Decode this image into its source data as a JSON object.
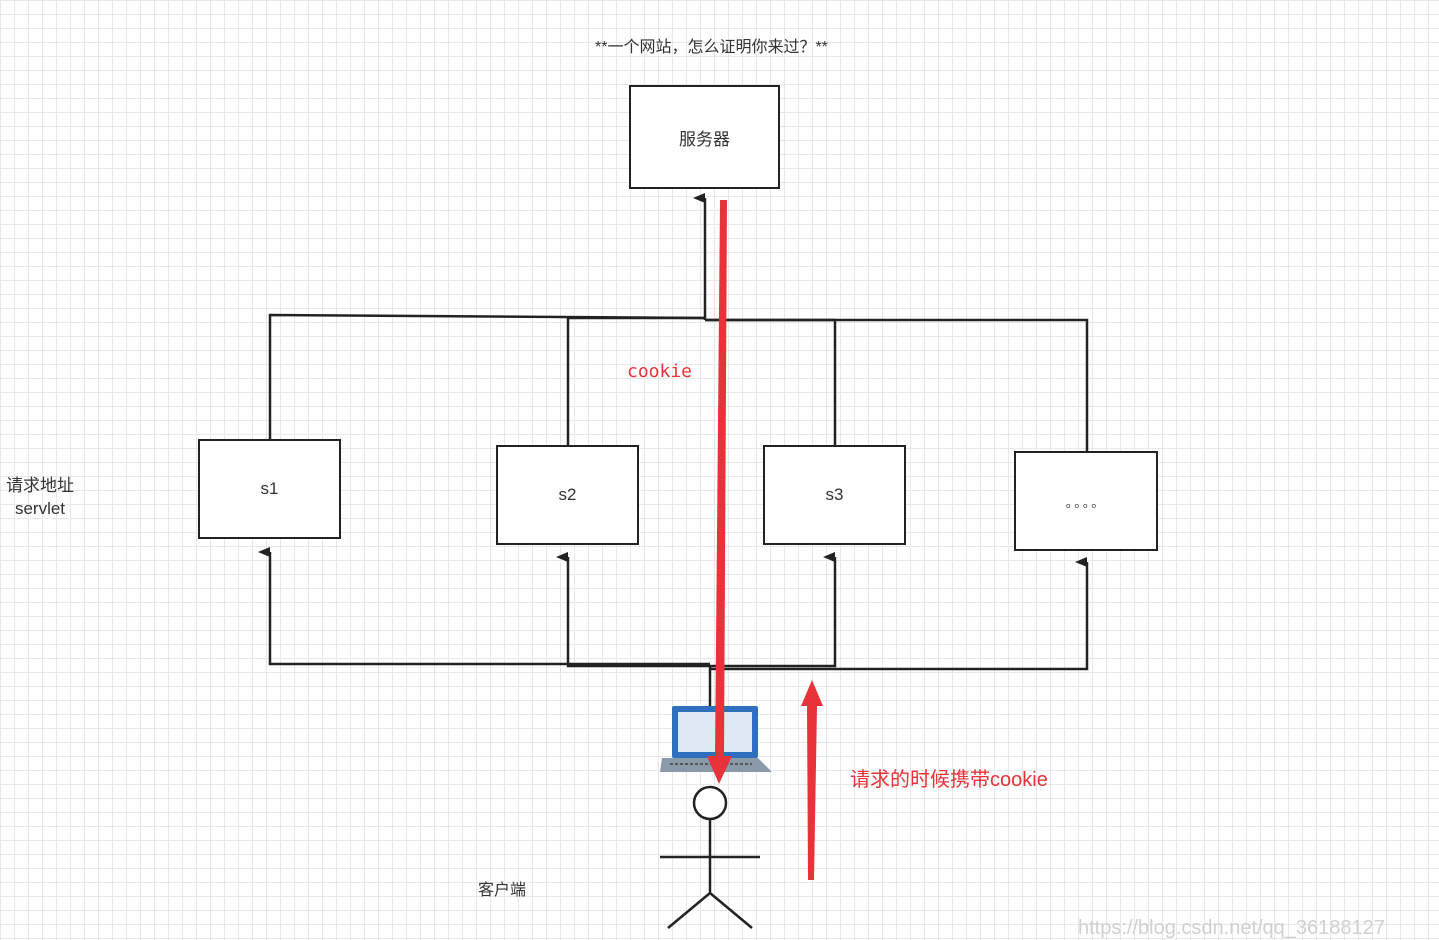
{
  "title": "**一个网站，怎么证明你来过？**",
  "nodes": {
    "server": "服务器",
    "s1": "s1",
    "s2": "s2",
    "s3": "s3",
    "more": "。。。。"
  },
  "side_label": {
    "line1": "请求地址",
    "line2": "servlet"
  },
  "client_label": "客户端",
  "cookie_label": "cookie",
  "request_note": "请求的时候携带cookie",
  "watermark": "https://blog.csdn.net/qq_36188127",
  "colors": {
    "line": "#222222",
    "red_arrow": "#e8333a",
    "laptop": "#3a78c8"
  }
}
